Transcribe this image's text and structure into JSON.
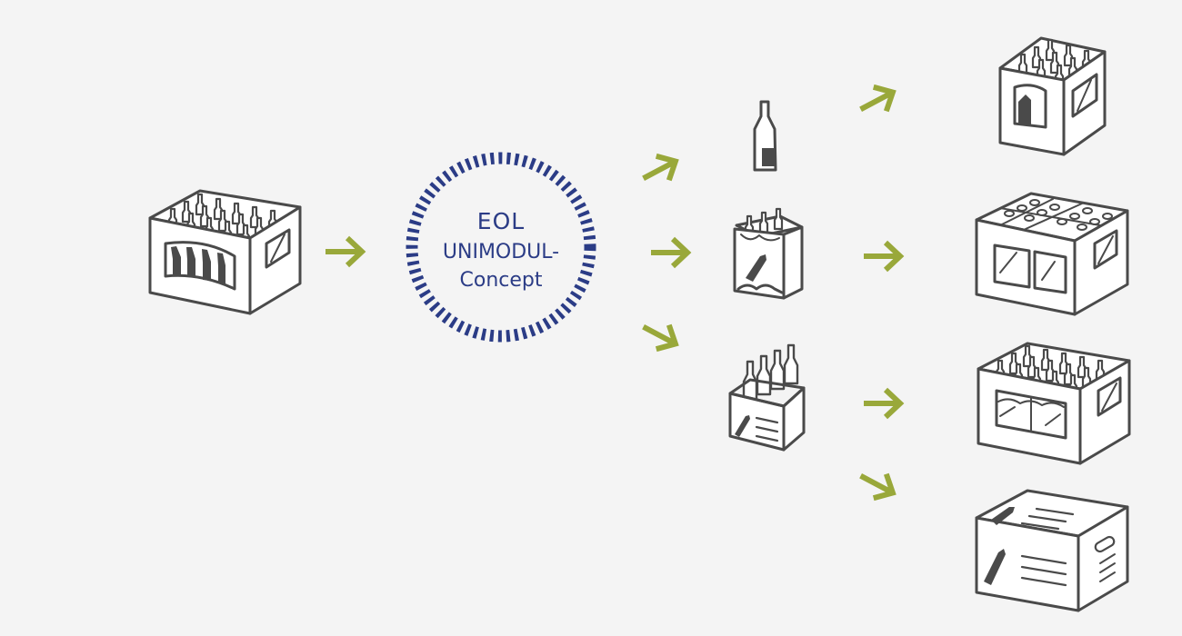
{
  "hub": {
    "line1": "EOL",
    "line2": "UNIMODUL-",
    "line3": "Concept"
  },
  "colors": {
    "background": "#f4f4f4",
    "stroke": "#4a4a4a",
    "fill": "#ffffff",
    "arrow": "#99a83a",
    "hub": "#2b3c86"
  },
  "icons": {
    "source": "beer-crate-icon",
    "hub": "dashed-ring-icon",
    "intermediate": [
      "single-bottle-icon",
      "six-pack-carrier-icon",
      "bottle-basket-icon"
    ],
    "outputs": [
      "small-crate-icon",
      "crate-with-trays-icon",
      "large-crate-icon",
      "carton-box-icon"
    ],
    "arrow": "arrow-right-icon"
  }
}
